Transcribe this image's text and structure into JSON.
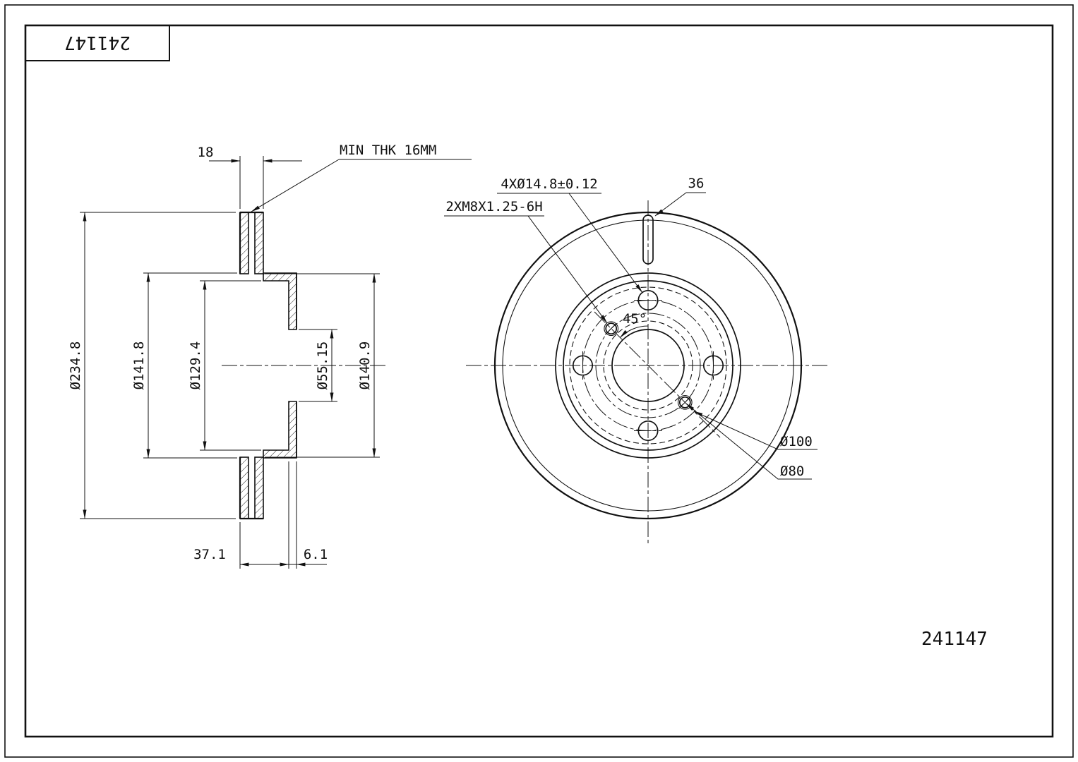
{
  "page": {
    "background_color": "#ffffff",
    "line_color": "#111111"
  },
  "title_block": {
    "part_number": "241147"
  },
  "footer": {
    "part_number": "241147"
  },
  "section_view": {
    "thickness": "18",
    "min_thickness_note": "MIN THK 16MM",
    "outer_diameter": "Ø234.8",
    "flange_outer_diameter": "Ø141.8",
    "hat_step_diameter": "Ø129.4",
    "bore_diameter": "Ø55.15",
    "friction_inner_diameter": "Ø140.9",
    "overall_height": "37.1",
    "flange_thickness": "6.1"
  },
  "front_view": {
    "bolt_hole_spec": "4XØ14.8±0.12",
    "thread_spec": "2XM8X1.25-6H",
    "slot_length": "36",
    "hole_angle": "45°",
    "bolt_circle_diameter": "Ø100",
    "thread_circle_diameter": "Ø80"
  }
}
